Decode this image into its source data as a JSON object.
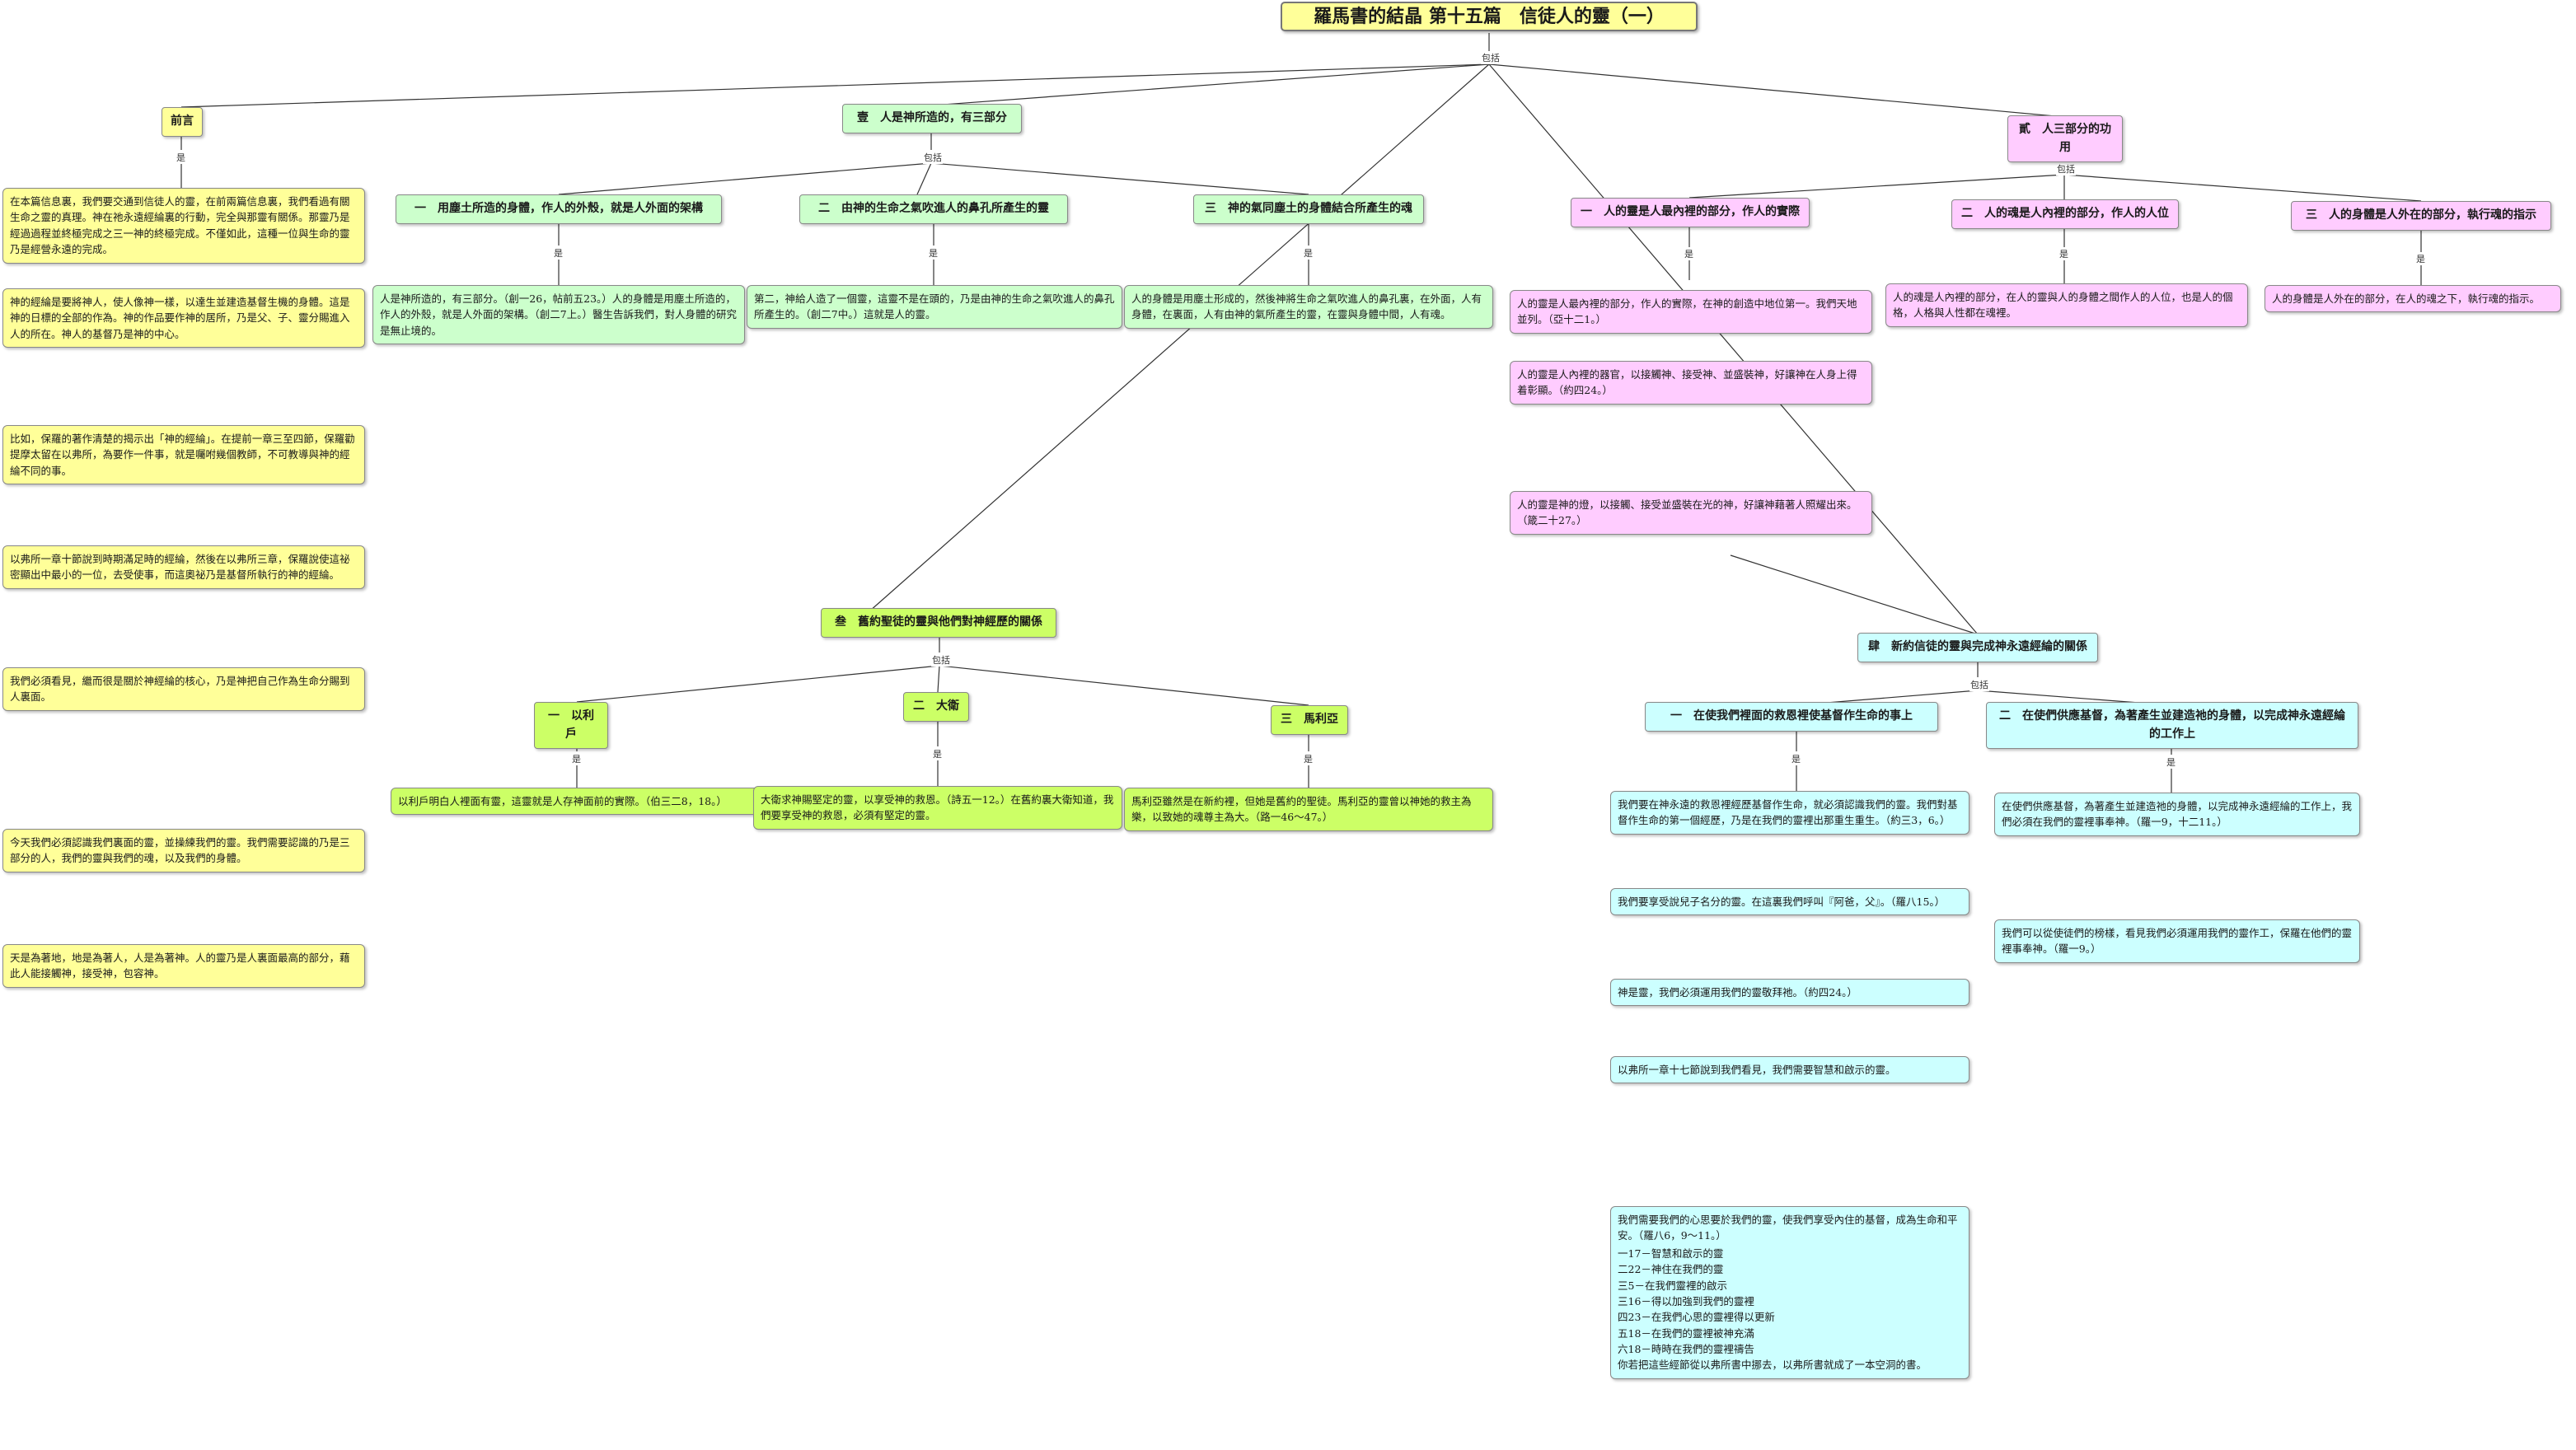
{
  "title": "羅馬書的結晶 第十五篇　信徒人的靈（一）",
  "labels": {
    "include": "包括",
    "is": "是"
  },
  "preface": {
    "head": "前言",
    "items": [
      "在本篇信息裏，我們要交通到信徒人的靈，在前兩篇信息裏，我們看過有關生命之靈的真理。神在祂永遠經綸裏的行動，完全與那靈有關係。那靈乃是經過過程並終極完成之三一神的終極完成。不僅如此，這種一位與生命的靈乃是經營永遠的完成。",
      "神的經綸是要將神人，使人像神一樣，以達生並建造基督生機的身體。這是神的日標的全部的作為。神的作品要作神的居所，乃是父、子、靈分賜進入人的所在。神人的基督乃是神的中心。",
      "比如，保羅的著作清楚的揭示出「神的經綸」。在提前一章三至四節，保羅勸提摩太留在以弗所，為要作一件事，就是囑咐幾個教師，不可教導與神的經綸不同的事。",
      "以弗所一章十節說到時期滿足時的經綸，然後在以弗所三章，保羅說使這祕密顯出中最小的一位，去受使事，而這奧祕乃是基督所執行的神的經綸。",
      "我們必須看見，繼而很是關於神經綸的核心，乃是神把自己作為生命分賜到人裏面。",
      "今天我們必須認識我們裏面的靈，並操練我們的靈。我們需要認識的乃是三部分的人，我們的靈與我們的魂，以及我們的身體。",
      "天是為著地，地是為著人，人是為著神。人的靈乃是人裏面最高的部分，藉此人能接觸神，接受神，包容神。"
    ]
  },
  "part1": {
    "head": "壹　人是神所造的，有三部分",
    "children": [
      {
        "head": "一　用塵土所造的身體，作人的外殼，就是人外面的架構",
        "text": "人是神所造的，有三部分。（創一26，帖前五23。）人的身體是用塵土所造的，作人的外殼，就是人外面的架構。（創二7上。）醫生告訴我們，對人身體的研究是無止境的。"
      },
      {
        "head": "二　由神的生命之氣吹進人的鼻孔所產生的靈",
        "text": "第二，神給人造了一個靈，這靈不是在頭的，乃是由神的生命之氣吹進人的鼻孔所產生的。（創二7中。）這就是人的靈。"
      },
      {
        "head": "三　神的氣同塵土的身體結合所產生的魂",
        "text": "人的身體是用塵土形成的，然後神將生命之氣吹進人的鼻孔裏，在外面，人有身體，在裏面，人有由神的氣所產生的靈，在靈與身體中間，人有魂。"
      }
    ]
  },
  "part2": {
    "head": "貳　人三部分的功用",
    "children": [
      {
        "head": "一　人的靈是人最內裡的部分，作人的實際",
        "texts": [
          "人的靈是人最內裡的部分，作人的實際，在神的創造中地位第一。我們天地並列。（亞十二1。）",
          "人的靈是人內裡的器官，以接觸神、接受神、並盛裝神，好讓神在人身上得着彰顯。（約四24。）",
          "人的靈是神的燈，以接觸、接受並盛裝在光的神，好讓神藉著人照耀出來。（箴二十27。）"
        ]
      },
      {
        "head": "二　人的魂是人內裡的部分，作人的人位",
        "text": "人的魂是人內裡的部分，在人的靈與人的身體之間作人的人位，也是人的個格，人格與人性都在魂裡。"
      },
      {
        "head": "三　人的身體是人外在的部分，執行魂的指示",
        "text": "人的身體是人外在的部分，在人的魂之下，執行魂的指示。"
      }
    ]
  },
  "part3": {
    "head": "叁　舊約聖徒的靈與他們對神經歷的關係",
    "children": [
      {
        "head": "一　以利戶",
        "text": "以利戶明白人裡面有靈，這靈就是人存神面前的實際。（伯三二8，18。）"
      },
      {
        "head": "二　大衛",
        "text": "大衛求神賜堅定的靈，以享受神的救恩。（詩五一12。）在舊約裏大衛知道，我們要享受神的救恩，必須有堅定的靈。"
      },
      {
        "head": "三　馬利亞",
        "text": "馬利亞雖然是在新約裡，但她是舊約的聖徒。馬利亞的靈曾以神她的救主為樂，以致她的魂尊主為大。（路一46～47。）"
      }
    ]
  },
  "part4": {
    "head": "肆　新約信徒的靈與完成神永遠經綸的關係",
    "children": [
      {
        "head": "一　在使我們裡面的救恩裡使基督作生命的事上",
        "texts": [
          "我們要在神永遠的救恩裡經歷基督作生命，就必須認識我們的靈。我們對基督作生命的第一個經歷，乃是在我們的靈裡出那重生重生。（約三3，6。）",
          "我們要享受說兒子名分的靈。在這裏我們呼叫『阿爸，父』。（羅八15。）",
          "神是靈，我們必須運用我們的靈敬拜祂。（約四24。）",
          "以弗所一章十七節說到我們看見，我們需要智慧和啟示的靈。",
          "我們需要我們的心思要於我們的靈，使我們享受內住的基督，成為生命和平安。（羅八6，9～11。）"
        ],
        "list": [
          "一17－智慧和啟示的靈",
          "二22－神住在我們的靈",
          "三5－在我們靈裡的啟示",
          "三16－得以加強到我們的靈裡",
          "四23－在我們心思的靈裡得以更新",
          "五18－在我們的靈裡被神充滿",
          "六18－時時在我們的靈裡禱告",
          "你若把這些經節從以弗所書中挪去，以弗所書就成了一本空洞的書。"
        ]
      },
      {
        "head": "二　在使們供應基督，為著產生並建造祂的身體，以完成神永遠經綸的工作上",
        "texts": [
          "在使們供應基督，為著產生並建造祂的身體，以完成神永遠經綸的工作上，我們必須在我們的靈裡事奉神。（羅一9，十二11。）",
          "我們可以從使徒們的榜樣，看見我們必須運用我們的靈作工，保羅在他們的靈裡事奉神。（羅一9。）"
        ]
      }
    ]
  }
}
